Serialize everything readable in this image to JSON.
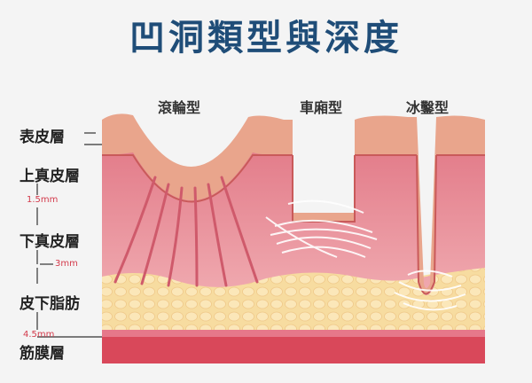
{
  "title": "凹洞類型與深度",
  "scar_types": {
    "rolling": "滾輪型",
    "boxcar": "車廂型",
    "icepick": "冰鑿型"
  },
  "layers": {
    "epidermis": "表皮層",
    "upper_dermis": "上真皮層",
    "lower_dermis": "下真皮層",
    "subcutaneous": "皮下脂肪",
    "fascia": "筋膜層"
  },
  "depths": {
    "d1": "1.5mm",
    "d2": "3mm",
    "d3": "4.5mm"
  },
  "colors": {
    "title": "#1f4d78",
    "epidermis": "#e9a58c",
    "dermis": "#e58a96",
    "fat": "#f6d89a",
    "fascia": "#d9485a",
    "depth_text": "#d33a4b"
  }
}
